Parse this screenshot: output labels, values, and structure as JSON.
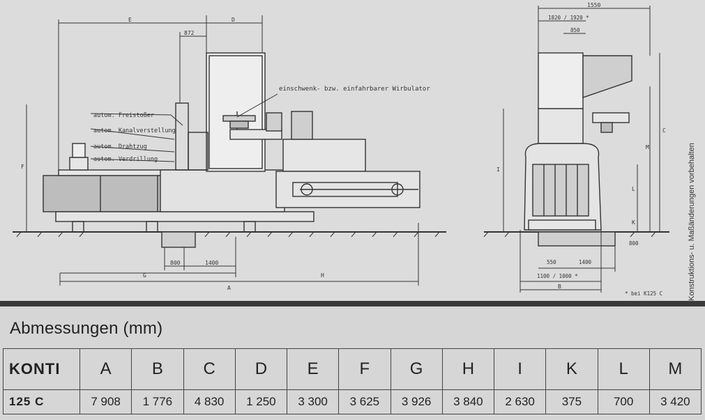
{
  "drawing": {
    "labels": {
      "wirbulator": "einschwenk- bzw. einfahrbarer Wirbulator",
      "freistosser": "autom. Freistoßer",
      "kanalverstellung": "autom. Kanalverstellung",
      "drahtzug": "autom. Drahtzug",
      "verdrillung": "autom. Verdrillung",
      "note_k125": "* bei K125 C",
      "side_note": "Konstruktions- u. Maßänderungen vorbehalten"
    },
    "dims_front": {
      "E": "E",
      "D": "D",
      "d872": "872",
      "F": "F",
      "G": "G",
      "H": "H",
      "A": "A",
      "d800": "800",
      "d1400": "1400"
    },
    "dims_side": {
      "d1550": "1550",
      "d1820": "1820 / 1920 *",
      "d850": "850",
      "C": "C",
      "M": "M",
      "I": "I",
      "L": "L",
      "K": "K",
      "d800v": "800",
      "d550": "550",
      "d1400": "1400",
      "d1100": "1100 / 1000 *",
      "B": "B"
    }
  },
  "table": {
    "title": "Abmessungen (mm)",
    "header": [
      "KONTI",
      "A",
      "B",
      "C",
      "D",
      "E",
      "F",
      "G",
      "H",
      "I",
      "K",
      "L",
      "M"
    ],
    "rows": [
      [
        "125  C",
        "7 908",
        "1 776",
        "4 830",
        "1 250",
        "3 300",
        "3 625",
        "3 926",
        "3 840",
        "2 630",
        "375",
        "700",
        "3 420"
      ]
    ]
  }
}
